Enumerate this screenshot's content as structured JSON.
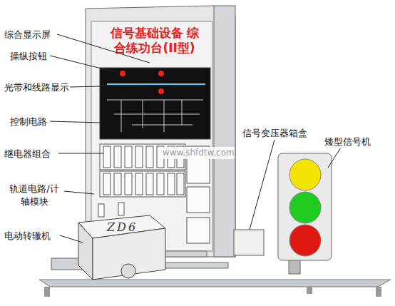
{
  "diagram": {
    "title": "信号基础设备 综合练功台(II型)",
    "labels": [
      "综合显示屏",
      "操纵按钮",
      "光带和线路显示",
      "控制电路",
      "继电器组合",
      "轨道电路/计 轴模块",
      "电动转辙机",
      "ZD6",
      "信号变压器箱盒",
      "矮型信号机",
      "www.shfdtw.com"
    ]
  }
}
